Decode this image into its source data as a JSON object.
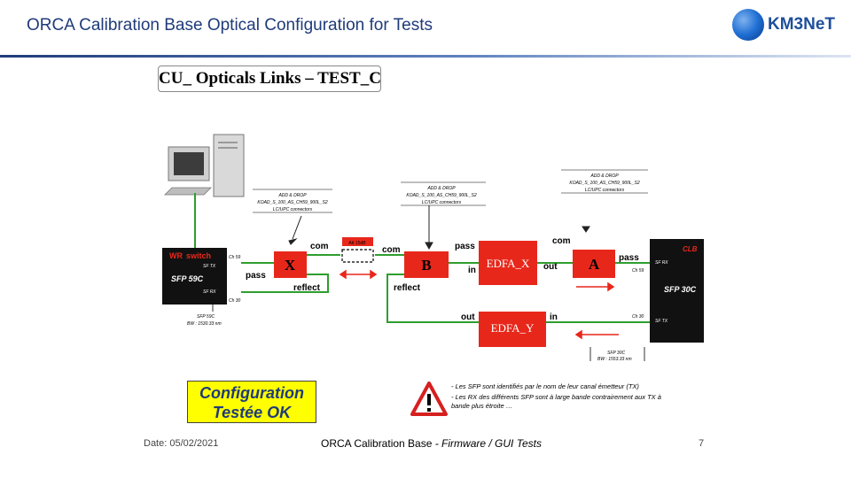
{
  "title": "ORCA Calibration Base Optical Configuration for Tests",
  "logo_text": "KM3NeT",
  "test_box": "CU_ Opticals Links – TEST_C",
  "diagram": {
    "add_drop_left": [
      "ADD & DROP",
      "KOAD_S_100_AS_CH59_900L_S2",
      "LC/UPC connectors"
    ],
    "add_drop_mid": [
      "ADD & DROP",
      "KOAD_S_100_AS_CH59_900L_S2",
      "LC/UPC connectors"
    ],
    "add_drop_right": [
      "ADD & DROP",
      "KOAD_S_100_AS_CH59_900L_S2",
      "LC/UPC connectors"
    ],
    "wr_label": "WR",
    "switch_label": "switch",
    "sfp59_label": "SFP 59C",
    "sfp_tx_left": "SF TX",
    "sfp_rx_left": "SF RX",
    "ch59_left": "Ch 59",
    "ch30_left": "Ch 30",
    "sfp59_note": [
      "SFP 59C",
      "BW : 1530.33 nm"
    ],
    "node_x": "X",
    "node_b": "B",
    "node_a": "A",
    "edfa_x": "EDFA_X",
    "edfa_y": "EDFA_Y",
    "att_label": "Att 15dB",
    "com1": "com",
    "com2": "com",
    "com3": "com",
    "pass1": "pass",
    "pass2": "pass",
    "pass3": "pass",
    "reflect1": "reflect",
    "reflect2": "reflect",
    "in1": "in",
    "out1": "out",
    "out2": "out",
    "in2": "in",
    "ch59_right": "Ch 59",
    "ch30_right": "Ch 30",
    "clb_label": "CLB",
    "sfp30_label": "SFP 30C",
    "sfp_rx_right": "SF RX",
    "sfp_tx_right": "SF TX",
    "sfp30_note": [
      "SFP 30C",
      "BW : 1553.33 nm"
    ]
  },
  "config_box": [
    "Configuration",
    "Testée OK"
  ],
  "warning_notes": [
    "- Les SFP sont identifiés par le nom de leur canal émetteur (TX)",
    "- Les RX des différents SFP sont à large bande contrairement aux TX à bande plus étroite …"
  ],
  "footer": {
    "date": "Date: 05/02/2021",
    "center_main": "ORCA Calibration Base",
    "center_italic": " - Firmware / GUI Tests",
    "page": "7"
  },
  "colors": {
    "title_blue": "#1f3b7a",
    "line_green": "#2e9e2e",
    "node_red": "#e8271b",
    "box_yellow": "#ffff00",
    "sfp_black": "#111111"
  }
}
